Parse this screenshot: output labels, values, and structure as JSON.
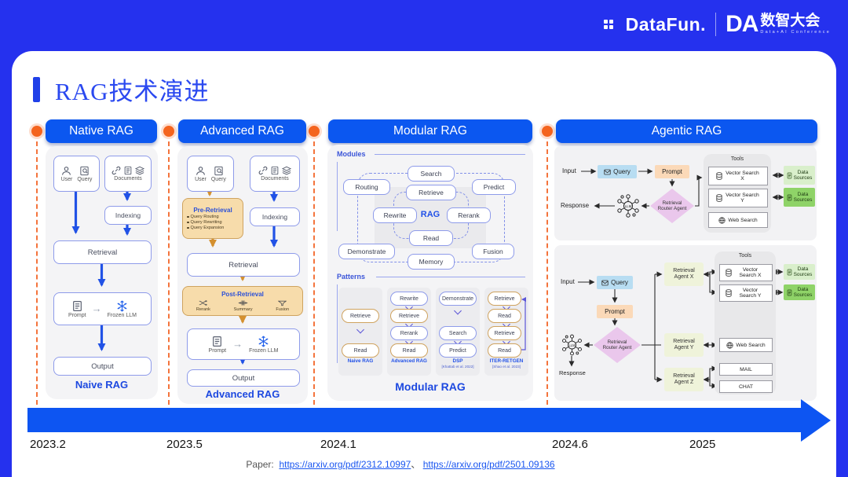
{
  "header": {
    "brand": "DataFun.",
    "da": "DA",
    "da_cn": "数智大会",
    "da_sub": "Data+AI Conference"
  },
  "title": "RAG技术演进",
  "colors": {
    "background_blue": "#2531ee",
    "pill_blue": "#0b57f0",
    "accent_orange": "#f4641e",
    "flow_blue": "#2152e6",
    "flow_orange": "#d4902f",
    "caption_blue": "#1d49e0",
    "timeline_blue": "#0d55f2"
  },
  "native": {
    "pill": "Native RAG",
    "user": "User",
    "query": "Query",
    "documents": "Documents",
    "indexing": "Indexing",
    "retrieval": "Retrieval",
    "prompt": "Prompt",
    "frozen_llm": "Frozen LLM",
    "output": "Output",
    "caption": "Naive RAG"
  },
  "advanced": {
    "pill": "Advanced RAG",
    "user": "User",
    "query": "Query",
    "documents": "Documents",
    "indexing": "Indexing",
    "retrieval": "Retrieval",
    "pre_title": "Pre-Retrieval",
    "pre_items": [
      "Query Routing",
      "Query Rewriting",
      "Query Expansion"
    ],
    "post_title": "Post-Retrieval",
    "post_items": [
      "Rerank",
      "Summary",
      "Fusion"
    ],
    "prompt": "Prompt",
    "frozen_llm": "Frozen LLM",
    "output": "Output",
    "caption": "Advanced RAG"
  },
  "modular": {
    "pill": "Modular RAG",
    "modules_label": "Modules",
    "outer": {
      "search": "Search",
      "routing": "Routing",
      "predict": "Predict",
      "demonstrate": "Demonstrate",
      "fusion": "Fusion",
      "memory": "Memory"
    },
    "inner": {
      "retrieve": "Retrieve",
      "rewrite": "Rewrite",
      "rag": "RAG",
      "rerank": "Rerank",
      "read": "Read"
    },
    "patterns_label": "Patterns",
    "patterns": [
      {
        "caption": "Naive RAG",
        "cite": "",
        "steps": [
          "Retrieve",
          "Read"
        ]
      },
      {
        "caption": "Advanced RAG",
        "cite": "",
        "steps": [
          "Rewrite",
          "Retrieve",
          "Rerank",
          "Read"
        ]
      },
      {
        "caption": "DSP",
        "cite": "[Khattab et al. 2022]",
        "steps": [
          "Demonstrate",
          "Search",
          "Predict"
        ]
      },
      {
        "caption": "ITER-RETGEN",
        "cite": "[Shao et al. 2023]",
        "steps": [
          "Retrieve",
          "Read",
          "Retrieve",
          "Read"
        ]
      }
    ],
    "caption": "Modular RAG"
  },
  "agentic": {
    "pill": "Agentic RAG",
    "llm": "LLM",
    "top": {
      "input": "Input",
      "query": "Query",
      "prompt": "Prompt",
      "router": "Retrieval Router Agent",
      "response": "Response",
      "tools_label": "Tools",
      "tool1": "Vector Search X",
      "tool2": "Vector Search Y",
      "tool3": "Web Search",
      "ds1": "Data Sources",
      "ds2": "Data Sources"
    },
    "bottom": {
      "input": "Input",
      "query": "Query",
      "prompt": "Prompt",
      "router": "Retrieval Router Agent",
      "response": "Response",
      "agent_x": "Retrieval Agent X",
      "agent_y": "Retrieval Agent Y",
      "agent_z": "Retrieval Agent Z",
      "tools_label": "Tools",
      "tool1": "Vector Search X",
      "tool2": "Vector Search Y",
      "tool3": "Web Search",
      "tool4": "MAIL",
      "tool5": "CHAT",
      "ds1": "Data Sources",
      "ds2": "Data Sources"
    }
  },
  "timeline": {
    "dates": [
      "2023.2",
      "2023.5",
      "2024.1",
      "2024.6",
      "2025"
    ]
  },
  "footer": {
    "label": "Paper:",
    "link1": "https://arxiv.org/pdf/2312.10997",
    "sep": "、",
    "link2": "https://arxiv.org/pdf/2501.09136"
  }
}
